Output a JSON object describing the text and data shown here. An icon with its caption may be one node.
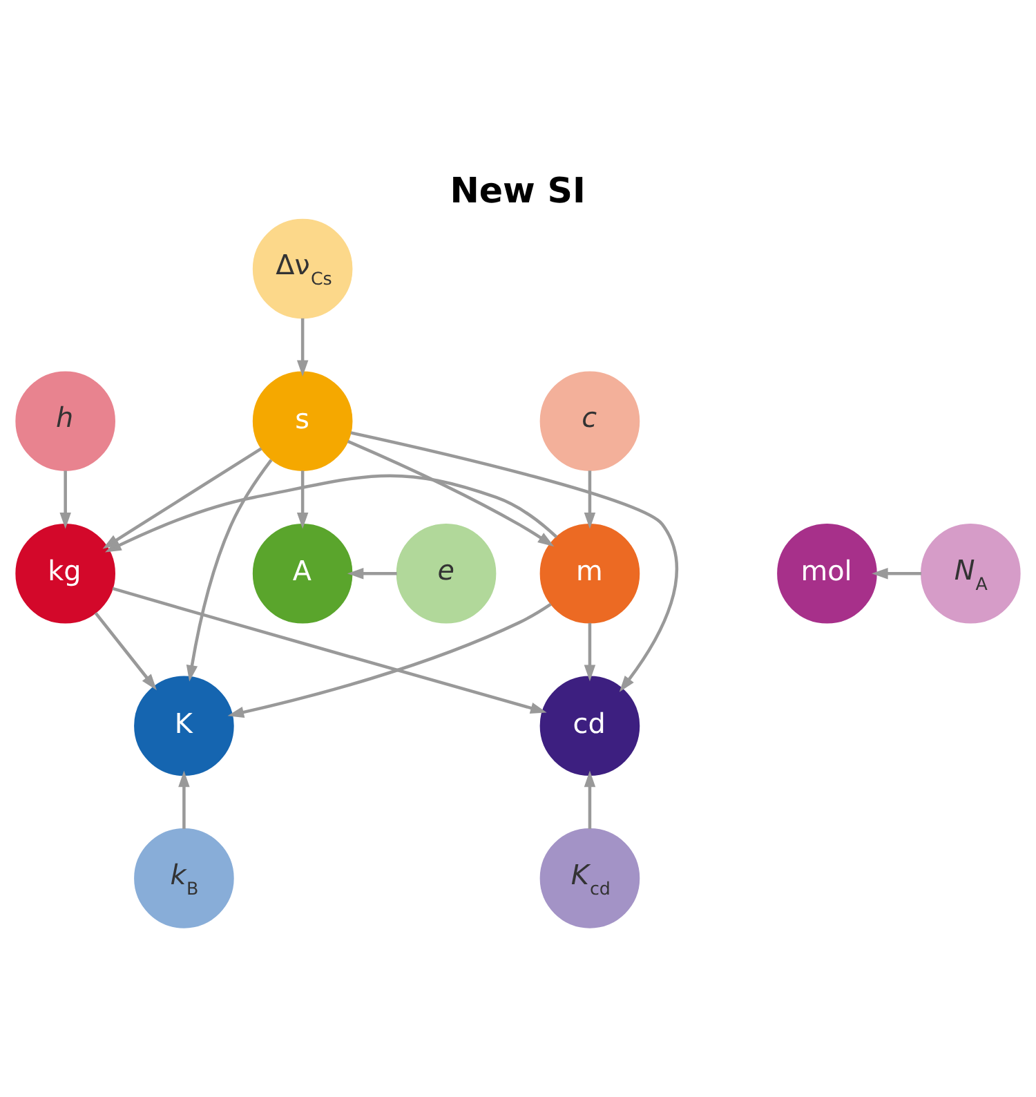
{
  "diagram": {
    "title": "New SI",
    "nodes": [
      {
        "text": [
          "Δν$_{Cs}$"
        ]
      },
      {
        "text": [
          "s"
        ]
      },
      {
        "text": [
          "c"
        ]
      },
      {
        "text": [
          "h"
        ]
      },
      {
        "text": [
          "m"
        ]
      },
      {
        "text": [
          "kg"
        ]
      },
      {
        "text": [
          "A"
        ]
      },
      {
        "text": [
          "e"
        ]
      },
      {
        "text": [
          "mol"
        ]
      },
      {
        "text": [
          "*N*$_{A}$"
        ]
      },
      {
        "text": [
          "K"
        ]
      },
      {
        "text": [
          "cd"
        ]
      },
      {
        "text": [
          "*k*$_{B}$"
        ]
      },
      {
        "text": [
          "*K*$_{cd}$"
        ]
      }
    ],
    "edges": [
      {
        "from": 0,
        "to": 1,
        "arrow": "to"
      },
      {
        "from": 2,
        "to": 4,
        "arrow": "to"
      },
      {
        "from": 3,
        "to": 5,
        "arrow": "to"
      },
      {
        "from": 1,
        "to": 4,
        "arrow": "to"
      },
      {
        "from": 1,
        "to": 5,
        "arrow": "to"
      },
      {
        "from": 4,
        "to": 5,
        "arrow": "to"
      },
      {
        "from": 1,
        "to": 6,
        "arrow": "to"
      },
      {
        "from": 1,
        "to": 10,
        "arrow": "to"
      },
      {
        "from": 1,
        "to": 11,
        "arrow": "to"
      },
      {
        "from": 4,
        "to": 10,
        "arrow": "to"
      },
      {
        "from": 4,
        "to": 11,
        "arrow": "to"
      },
      {
        "from": 5,
        "to": 10,
        "arrow": "to"
      },
      {
        "from": 5,
        "to": 11,
        "arrow": "to"
      },
      {
        "from": 7,
        "to": 6,
        "arrow": "to"
      },
      {
        "from": 9,
        "to": 8,
        "arrow": "to"
      },
      {
        "from": 12,
        "to": 10,
        "arrow": "to"
      },
      {
        "from": 13,
        "to": 11,
        "arrow": "to"
      }
    ]
  }
}
